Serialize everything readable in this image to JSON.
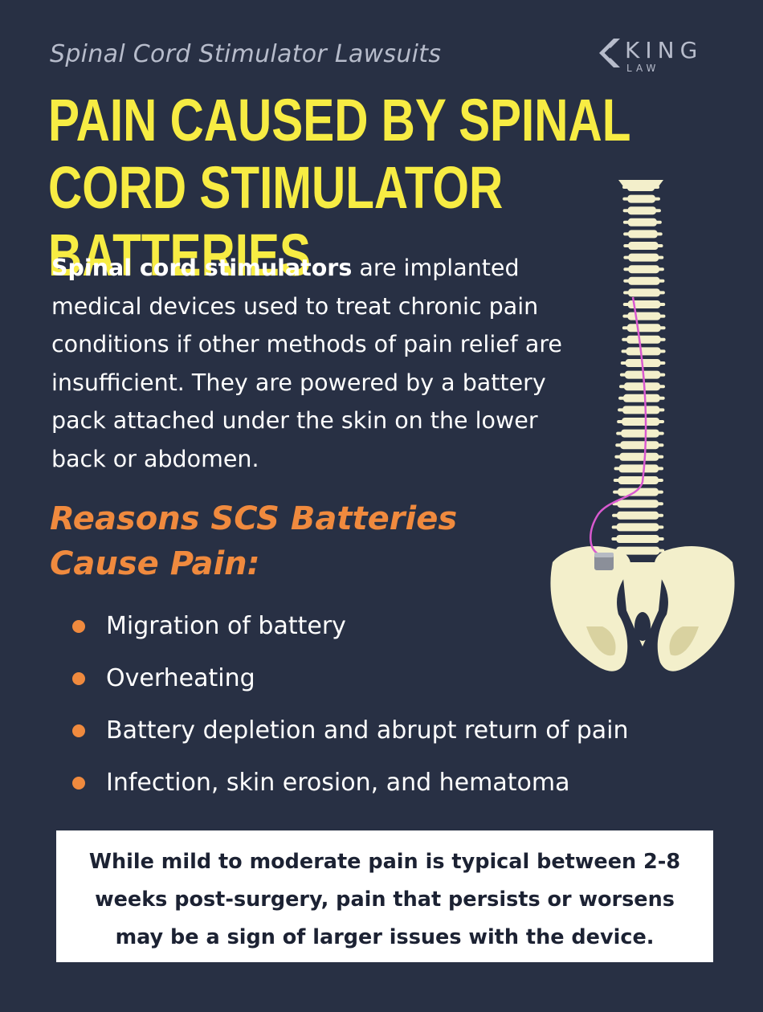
{
  "header": {
    "subtitle": "Spinal Cord Stimulator Lawsuits",
    "logo_word": "KING",
    "logo_sub": "LAW"
  },
  "headline": "PAIN CAUSED BY SPINAL CORD STIMULATOR BATTERIES",
  "intro": {
    "bold_lead": "Spinal cord stimulators",
    "text": " are implanted medical devices used to treat chronic pain conditions if other methods of pain relief are insufficient. They are powered by a battery pack attached under the skin on the lower back or abdomen."
  },
  "reasons": {
    "title": "Reasons SCS Batteries Cause Pain:",
    "items": [
      "Migration of battery",
      "Overheating",
      "Battery depletion and abrupt return of pain",
      "Infection, skin erosion, and hematoma"
    ]
  },
  "note": "While mild to moderate pain is typical between 2-8 weeks post-surgery, pain that persists or worsens may be a sign of larger issues with the device.",
  "colors": {
    "background": "#283044",
    "headline": "#f7ec43",
    "accent": "#f08a3e",
    "bone": "#f3efcb",
    "lead_wire": "#d95ad0"
  },
  "illustration": {
    "icon": "spine-with-stimulator-icon"
  }
}
